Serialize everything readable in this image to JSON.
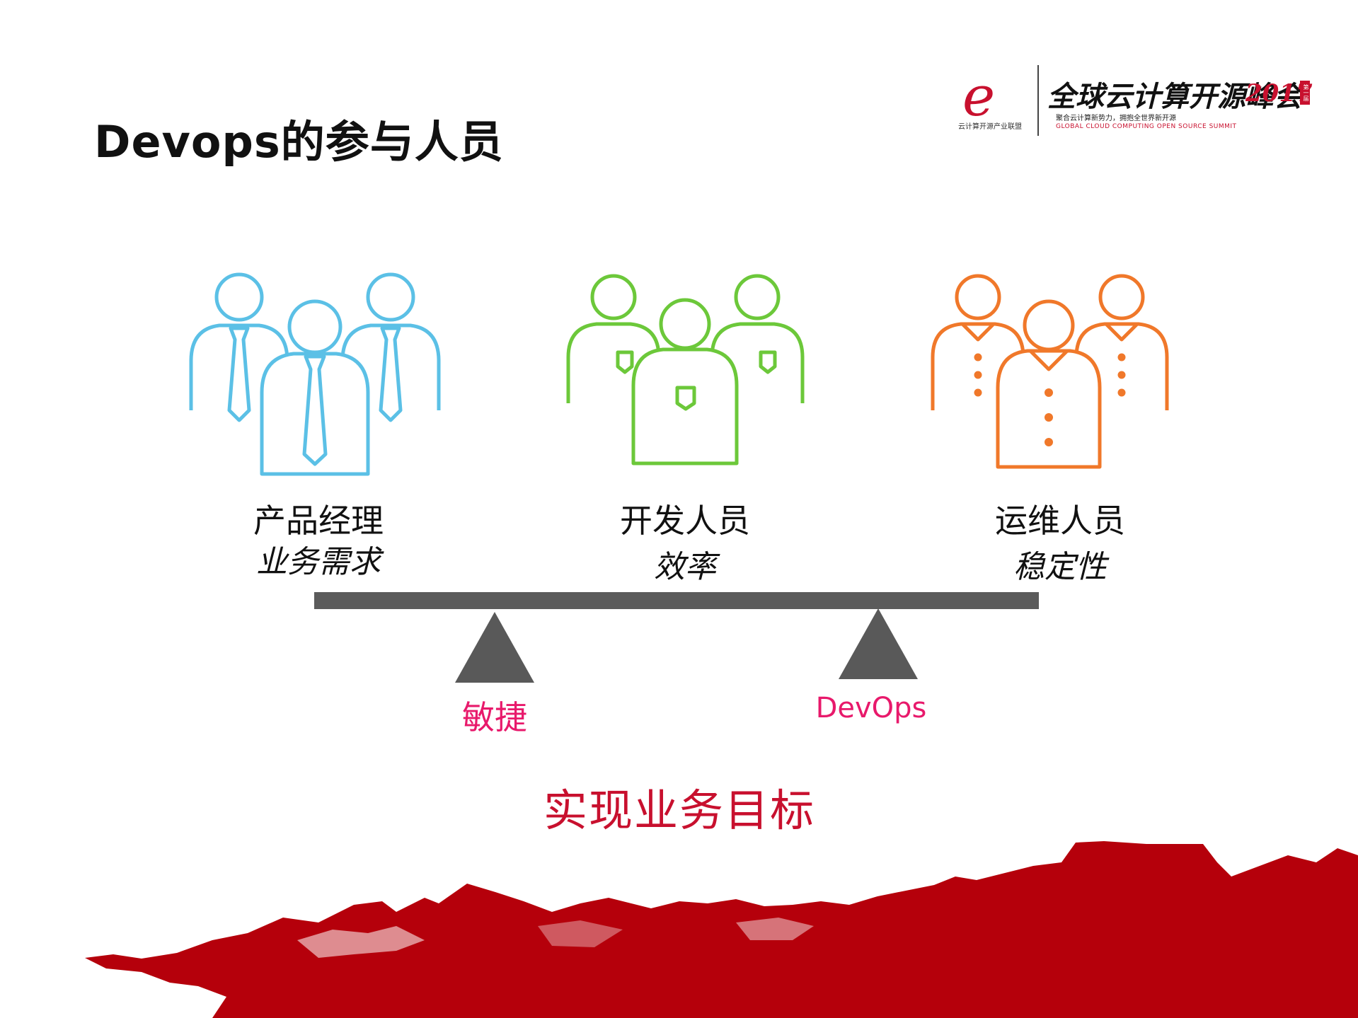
{
  "title": "Devops的参与人员",
  "logo": {
    "mark": "e",
    "org": "云计算开源产业联盟",
    "summit": "全球云计算开源峰会",
    "year": "2017",
    "badge": "第一届",
    "tagline": "聚合云计算新势力，拥抱全世界新开源",
    "tagline_en": "GLOBAL CLOUD COMPUTING OPEN SOURCE SUMMIT"
  },
  "groups": [
    {
      "title": "产品经理",
      "subtitle": "业务需求",
      "color": "#5bc0e6",
      "icon": "business-people-icon"
    },
    {
      "title": "开发人员",
      "subtitle": "效率",
      "color": "#6cc83a",
      "icon": "developer-people-icon"
    },
    {
      "title": "运维人员",
      "subtitle": "稳定性",
      "color": "#f0782a",
      "icon": "ops-people-icon"
    }
  ],
  "balance": {
    "beam_color": "#5b5b5b",
    "left_pivot_label": "敏捷",
    "right_pivot_label": "DevOps",
    "label_color": "#e8196b"
  },
  "goal": "实现业务目标",
  "goal_color": "#c8102e"
}
